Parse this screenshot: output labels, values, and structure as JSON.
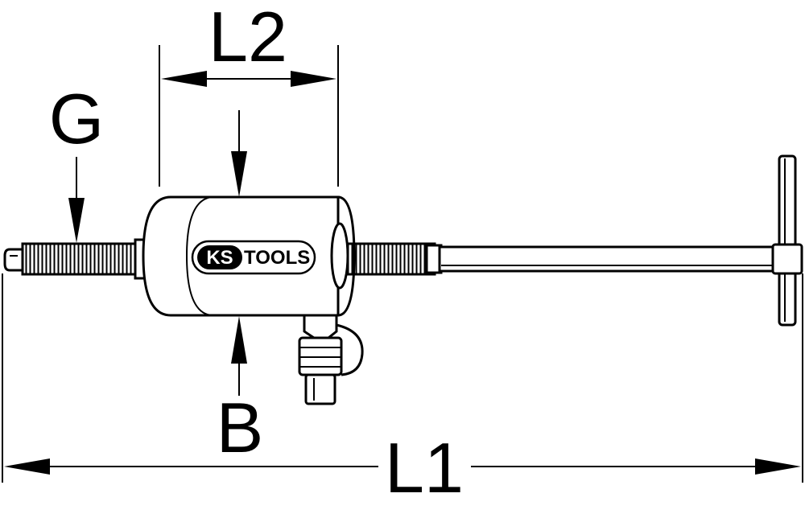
{
  "labels": {
    "g": "G",
    "l2": "L2",
    "b": "B",
    "l1": "L1"
  },
  "logo": {
    "brand_ks": "KS",
    "brand_tools": "TOOLS",
    "brand_color": "#000000"
  }
}
